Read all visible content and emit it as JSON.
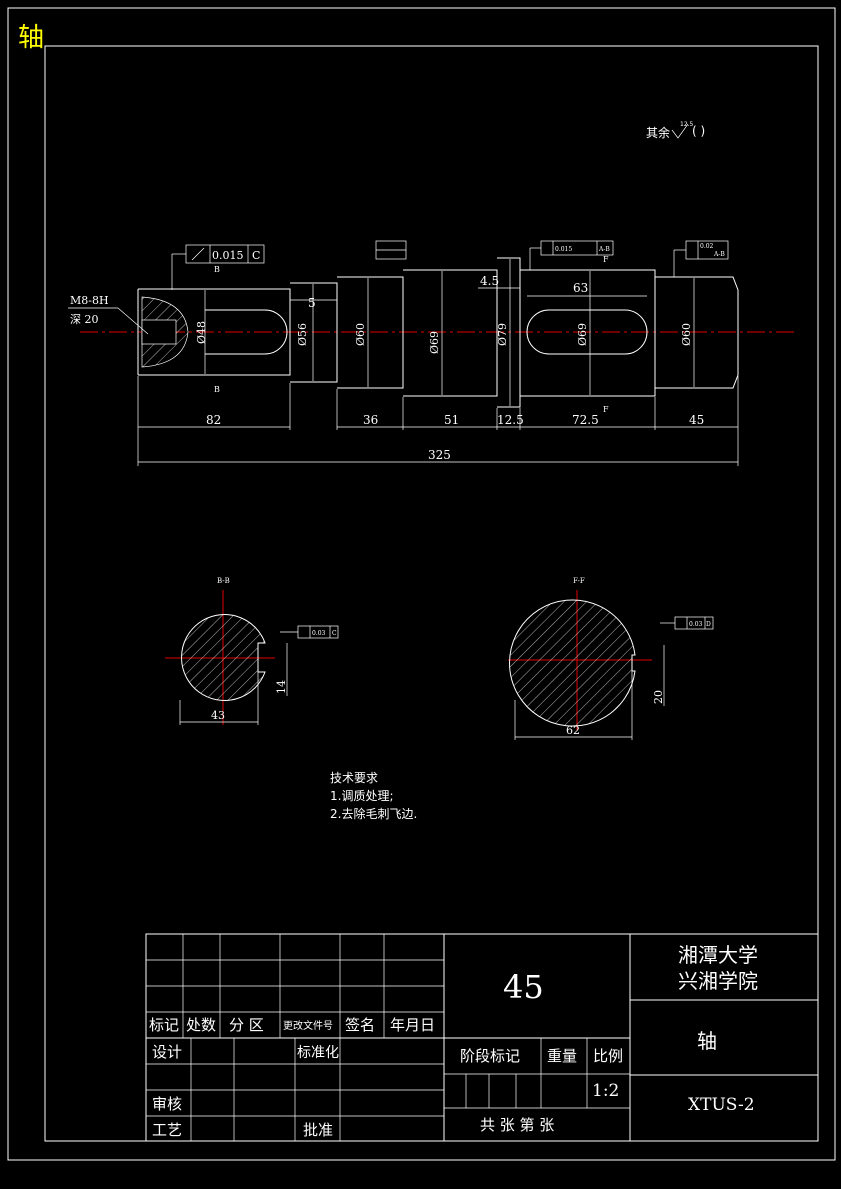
{
  "sheet": {
    "corner_label": "轴",
    "surface_note": "其余",
    "surface_note_paren": "(    )",
    "surface_note_value": "12.5"
  },
  "colors": {
    "background": "#000000",
    "line": "#ffffff",
    "centerline": "#e00000",
    "corner_label": "#ffff00"
  },
  "main_view": {
    "thread_note": "M8-8H",
    "depth_note": "深 20",
    "tolerance_frames": [
      {
        "symbol": "runout",
        "value": "0.015",
        "datum": "C"
      },
      {
        "symbol": "runout",
        "value": "0.015",
        "datum": "A-B"
      },
      {
        "symbol": "runout",
        "value": "0.02",
        "datum": "A-B"
      }
    ],
    "diameters": [
      "Ø48",
      "Ø56",
      "Ø60",
      "Ø69",
      "Ø79",
      "Ø69",
      "Ø60"
    ],
    "dim_5": "5",
    "dim_4_5": "4.5",
    "dim_63": "63",
    "segments": [
      "82",
      "36",
      "51",
      "12.5",
      "72.5",
      "45"
    ],
    "overall": "325",
    "section_marks": [
      "B",
      "B",
      "F",
      "F"
    ]
  },
  "sections": {
    "left": {
      "label": "B-B",
      "width": "43",
      "keyway_depth": "14",
      "datum_value": "0.03",
      "datum": "C"
    },
    "right": {
      "label": "F-F",
      "width": "62",
      "keyway_depth": "20",
      "datum_value": "0.03",
      "datum": "D"
    }
  },
  "notes": {
    "title": "技术要求",
    "items": [
      "1.调质处理;",
      "2.去除毛刺飞边."
    ]
  },
  "title_block": {
    "material": "45",
    "school_line1": "湘潭大学",
    "school_line2": "兴湘学院",
    "part_name": "轴",
    "drawing_no": "XTUS-2",
    "headers": [
      "标记",
      "处数",
      "分 区",
      "更改文件号",
      "签名",
      "年月日"
    ],
    "design": "设计",
    "standardize": "标准化",
    "stage_mark": "阶段标记",
    "weight": "重量",
    "scale": "比例",
    "scale_value": "1:2",
    "review": "审核",
    "process": "工艺",
    "approve": "批准",
    "sheets": "共  张   第  张"
  }
}
